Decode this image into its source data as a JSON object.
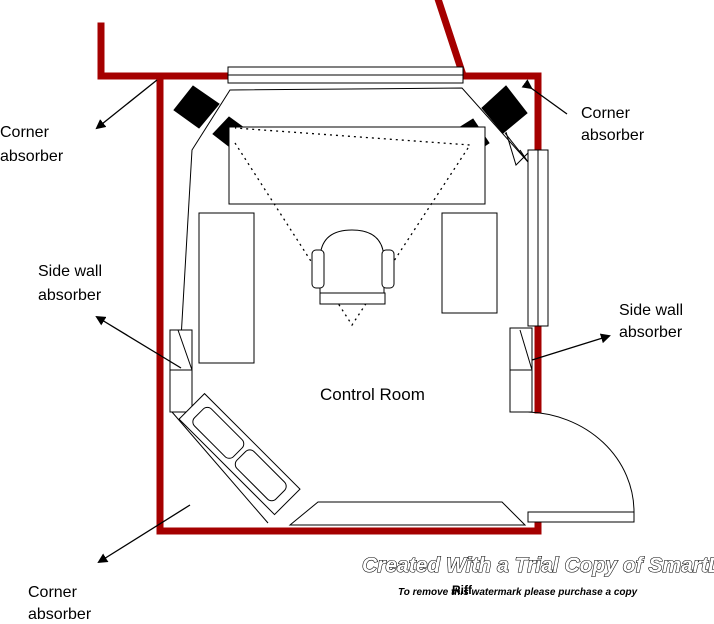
{
  "colors": {
    "wall": "#a50000",
    "outline": "#000000",
    "absorber_fill": "#000000",
    "background": "#ffffff"
  },
  "labels": {
    "corner_top_left": [
      "Corner",
      "absorber"
    ],
    "corner_top_right": [
      "Corner",
      "absorber"
    ],
    "side_left": [
      "Side wall",
      "absorber"
    ],
    "side_right": [
      "Side wall",
      "absorber"
    ],
    "corner_bottom_left": [
      "Corner",
      "absorber"
    ],
    "room_name": "Control Room"
  },
  "watermark": {
    "title": "Created With a Trial Copy of SmartDraw",
    "subtitle": "To remove this watermark please purchase a copy",
    "fragment": "Riff"
  }
}
